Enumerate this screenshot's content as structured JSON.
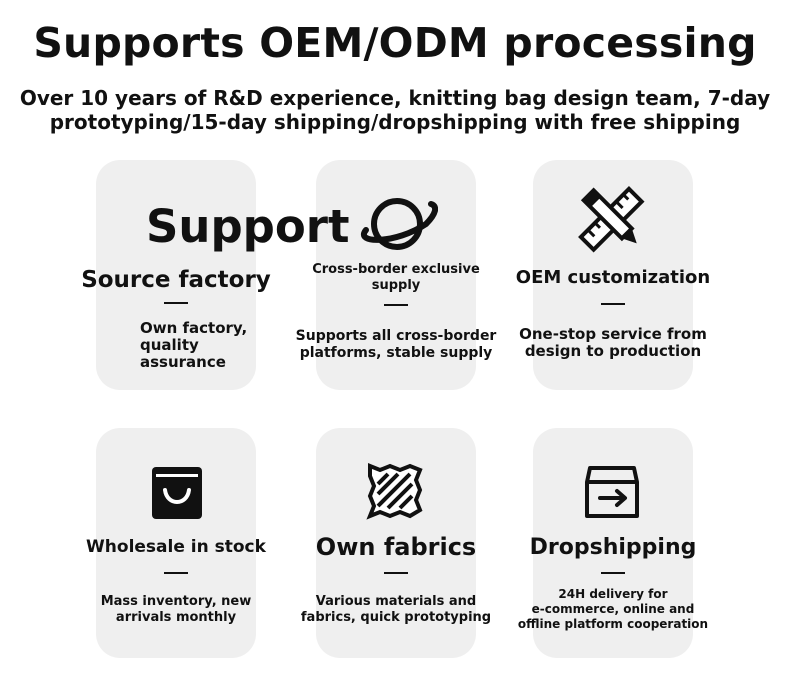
{
  "header": {
    "title": "Supports OEM/ODM processing",
    "subtitle_line1": "Over 10 years of R&D experience, knitting bag design team, 7-day",
    "subtitle_line2": "prototyping/15-day shipping/dropshipping with free shipping"
  },
  "support_word": "Support",
  "cards": [
    {
      "icon": "planet-icon",
      "title": "Source factory",
      "desc_lines": [
        "Own factory,",
        "quality",
        "assurance"
      ]
    },
    {
      "title_lines": [
        "Cross-border exclusive",
        "supply"
      ],
      "desc_lines": [
        "Supports all cross-border",
        "platforms, stable supply"
      ]
    },
    {
      "icon": "ruler-pencil-icon",
      "title": "OEM customization",
      "desc_lines": [
        "One-stop service from",
        "design to production"
      ]
    },
    {
      "icon": "shopping-bag-icon",
      "title": "Wholesale in stock",
      "desc_lines": [
        "Mass inventory, new",
        "arrivals monthly"
      ]
    },
    {
      "icon": "fabric-icon",
      "title": "Own fabrics",
      "desc_lines": [
        "Various materials and",
        "fabrics, quick prototyping"
      ]
    },
    {
      "icon": "box-arrow-icon",
      "title": "Dropshipping",
      "desc_lines": [
        "24H delivery for",
        "e-commerce, online and",
        "offline platform cooperation"
      ]
    }
  ]
}
